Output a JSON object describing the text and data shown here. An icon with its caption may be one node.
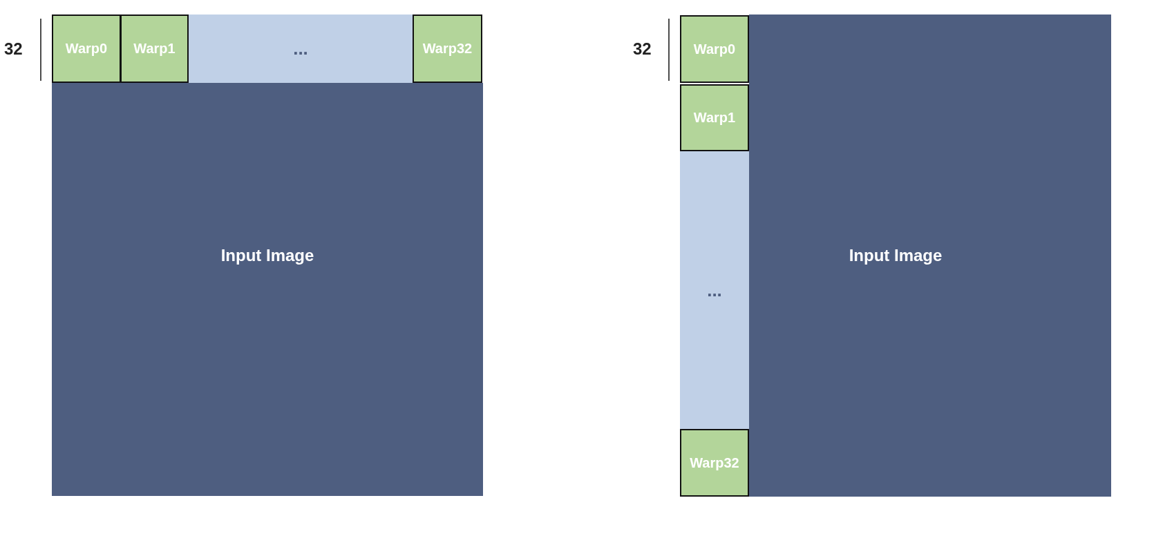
{
  "diagram": {
    "nodes": [
      {
        "text": [
          "Warp0"
        ]
      },
      {
        "text": [
          "Warp1"
        ]
      },
      {
        "text": [
          "..."
        ]
      },
      {
        "text": [
          "Warp32"
        ]
      },
      {
        "text": [
          "Input Image"
        ]
      },
      {
        "text": [
          "Warp0"
        ]
      },
      {
        "text": [
          "Warp1"
        ]
      },
      {
        "text": [
          "..."
        ]
      },
      {
        "text": [
          "Warp32"
        ]
      },
      {
        "text": [
          "Input Image"
        ]
      }
    ],
    "edges": [],
    "labels": [
      "32",
      "32"
    ]
  }
}
